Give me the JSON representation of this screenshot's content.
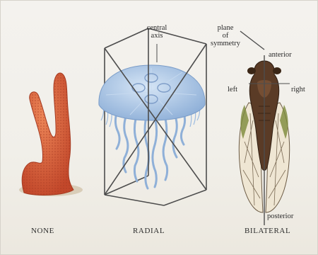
{
  "labels": {
    "central_axis": "central\naxis",
    "plane_of_symmetry": "plane\nof\nsymmetry",
    "anterior": "anterior",
    "left": "left",
    "right": "right",
    "posterior": "posterior"
  },
  "captions": {
    "none": "NONE",
    "radial": "RADIAL",
    "bilateral": "BILATERAL"
  },
  "colors": {
    "sponge": "#d9623a",
    "jellyfish": "#a9c6e6",
    "plane_line": "#4d4d4d",
    "cicada_body": "#5a3b26"
  }
}
